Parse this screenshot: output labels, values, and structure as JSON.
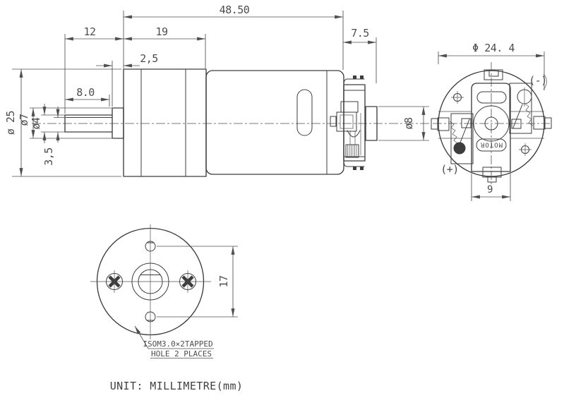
{
  "drawing": {
    "title_hint": "gear motor dimensional drawing",
    "unit_note": "UNIT: MILLIMETRE(mm)",
    "colors": {
      "line": "#3d3d3d",
      "dim_text": "#4d4d4d",
      "background": "#ffffff"
    },
    "side_view": {
      "dim_total_length": "48.50",
      "dim_shaft_section_length": "12",
      "dim_gearbox_length": "19",
      "dim_front_boss_depth": "2,5",
      "dim_shaft_flat_length": "8.0",
      "dim_rear_cap_length": "7.5",
      "dim_body_diameter": "ø 25",
      "dim_front_boss_diameter": "ø7",
      "dim_shaft_diameter": "ø4",
      "dim_shaft_flat_height": "3,5",
      "dim_rear_boss_diameter": "ø8"
    },
    "rear_view": {
      "dim_diameter": "Φ 24. 4",
      "label_negative_terminal": "(-)",
      "label_positive_terminal": "(+)",
      "dim_brushcard_width": "9",
      "label_motor": "MOTOR"
    },
    "front_view": {
      "dim_hole_spacing": "17",
      "note_line1": "ISOM3.0×2TAPPED",
      "note_line2": "HOLE 2 PLACES"
    }
  }
}
